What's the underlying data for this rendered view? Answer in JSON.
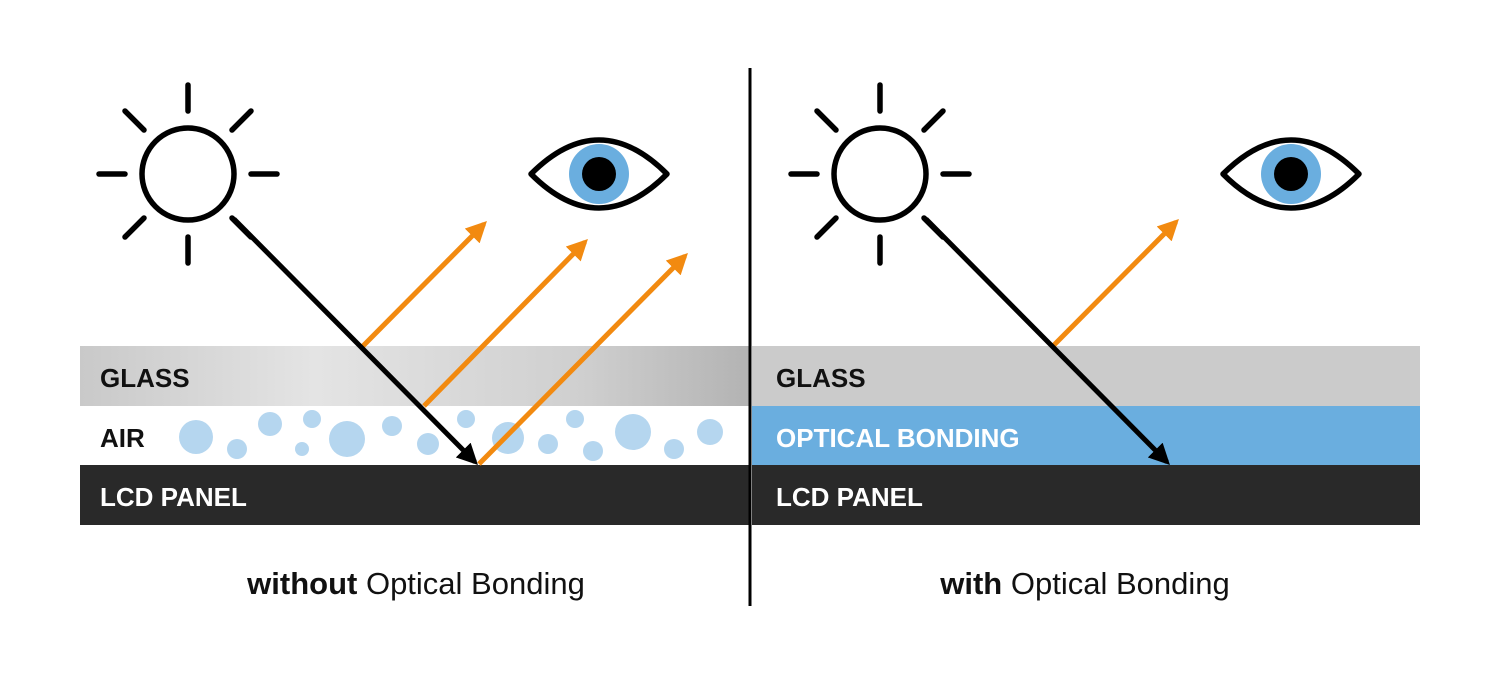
{
  "colors": {
    "glass": "#cbcbcb",
    "optical_bonding": "#6aaedf",
    "lcd_panel": "#292929",
    "bubble": "#b5d6ef",
    "reflection_arrow": "#f28a10",
    "light_arrow": "#000000",
    "eye_iris": "#6aaedf"
  },
  "icons": [
    "sun-icon",
    "eye-icon"
  ],
  "left_panel": {
    "layers": {
      "glass": "GLASS",
      "air": "AIR",
      "lcd": "LCD PANEL"
    },
    "caption_bold": "without",
    "caption_rest": " Optical Bonding",
    "reflection_count": 3
  },
  "right_panel": {
    "layers": {
      "glass": "GLASS",
      "bonding": "OPTICAL BONDING",
      "lcd": "LCD PANEL"
    },
    "caption_bold": "with",
    "caption_rest": " Optical Bonding",
    "reflection_count": 1
  }
}
